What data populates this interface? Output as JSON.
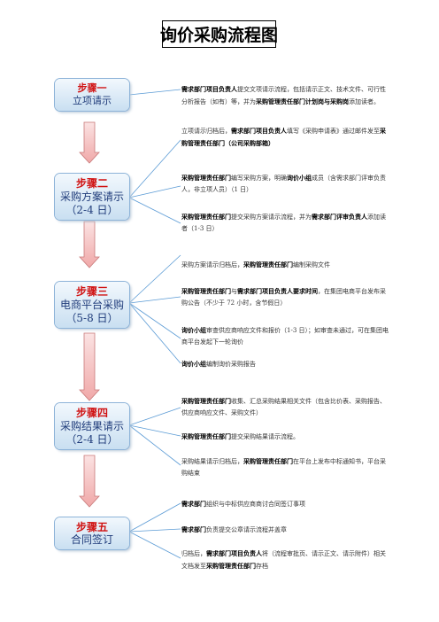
{
  "title": "询价采购流程图",
  "colors": {
    "step_text": "#1f3b7a",
    "step_head": "#d01010",
    "arrow_fill": "#f4b9b9",
    "connector": "#5b9bd5"
  },
  "steps": [
    {
      "head": "步骤一",
      "name": "立项请示",
      "days": ""
    },
    {
      "head": "步骤二",
      "name": "采购方案请示",
      "days": "（2-4 日）"
    },
    {
      "head": "步骤三",
      "name": "电商平台采购",
      "days": "（5-8 日）"
    },
    {
      "head": "步骤四",
      "name": "采购结果请示",
      "days": "（2-4 日）"
    },
    {
      "head": "步骤五",
      "name": "合同签订",
      "days": ""
    }
  ],
  "notes": {
    "n1": {
      "b1": "需求部门项目负责人",
      "t1": "提交文项请示流程，包括请示正文、技术文件、可行性分析报告（如有）等，并为",
      "b2": "采购管理责任部门计划岗与采购岗",
      "t2": "添加读者。"
    },
    "n2": {
      "t1": "立项请示归档后，",
      "b1": "需求部门项目负责人",
      "t2": "填写《采购申请表》通过邮件发至",
      "b2": "采购管理责任部门（公司采购部箱）"
    },
    "n3": {
      "b1": "采购管理责任部门",
      "t1": "编写采购方案，明确",
      "b2": "询价小组",
      "t2": "成员（含需求部门评审负责人，非立项人员）（1 日）"
    },
    "n4": {
      "b1": "采购管理责任部门",
      "t1": "提交采购方案请示流程，并为",
      "b2": "需求部门评审负责人",
      "t2": "添加读者（1-3 日）"
    },
    "n5": {
      "t1": "采购方案请示归档后，",
      "b1": "采购管理责任部门",
      "t2": "编制采购文件"
    },
    "n6": {
      "b1": "采购管理责任部门",
      "t1": "与",
      "b2": "需求部门项目负责人要求时间",
      "t2": "，在集团电商平台发布采购公告（不少于 72 小时，含节假日）"
    },
    "n7": {
      "b1": "询价小组",
      "t1": "审查供应商响应文件和报价（1-3 日）；如审查未通过，可在集团电商平台发起下一轮询价"
    },
    "n8": {
      "b1": "询价小组",
      "t1": "编制询价采购报告"
    },
    "n9": {
      "b1": "采购管理责任部门",
      "t1": "收集、汇总采购结果相关文件（包含比价表、采购报告、供应商响应文件、采购文件）"
    },
    "n10": {
      "b1": "采购管理责任部门",
      "t1": "提交采购结果请示流程。"
    },
    "n11": {
      "t1": "采购结果请示归档后，",
      "b1": "采购管理责任部门",
      "t2": "在平台上发布中标通知书，平台采购结束"
    },
    "n12": {
      "b1": "需求部门",
      "t1": "组织与中标供应商商讨合同签订事项"
    },
    "n13": {
      "b1": "需求部门",
      "t1": "负责提交公章请示流程并盖章"
    },
    "n14": {
      "t1": "归档后，",
      "b1": "需求部门项目负责人",
      "t2": "将（流程审批页、请示正文、请示附件）相关文档发至",
      "b2": "采购管理责任部门",
      "t3": "存档"
    }
  }
}
